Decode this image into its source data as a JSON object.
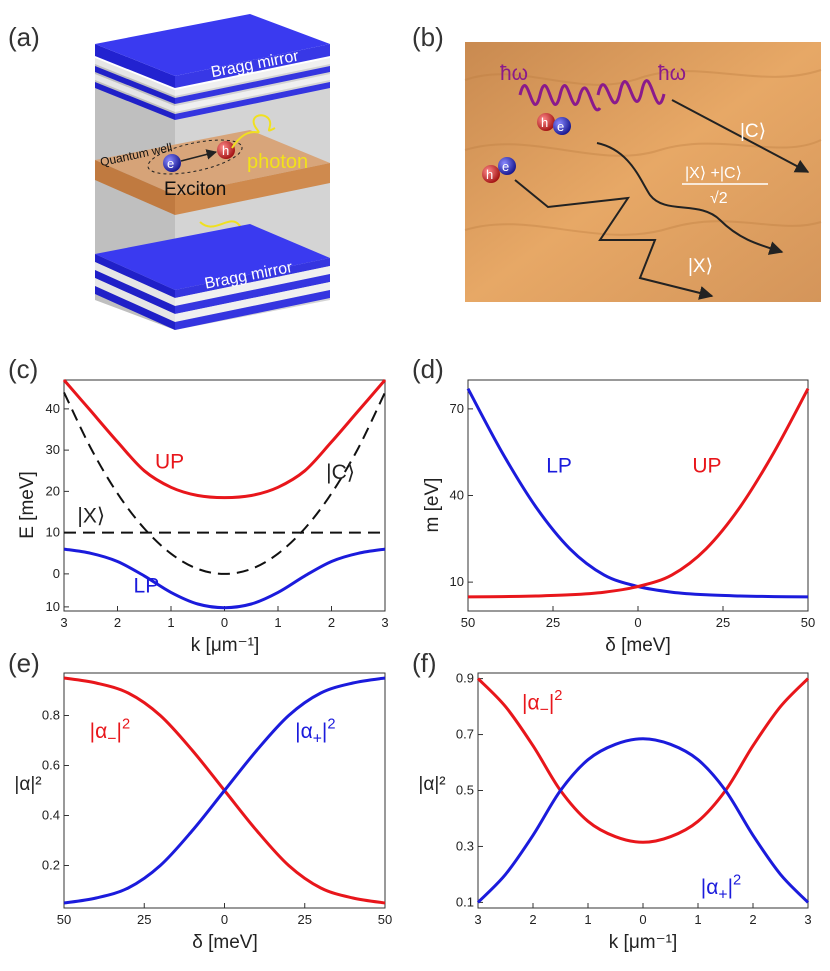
{
  "panels": {
    "a": {
      "label": "(a)",
      "bragg_top": "Bragg mirror",
      "bragg_bottom": "Bragg mirror",
      "quantum_well": "Quantum well",
      "exciton": "Exciton",
      "photon": "photon",
      "electron": "e",
      "hole": "h"
    },
    "b": {
      "label": "(b)",
      "hw1": "ħω",
      "hw2": "ħω",
      "ket_c": "|C⟩",
      "ket_x": "|X⟩",
      "mix_num": "|X⟩ +|C⟩",
      "mix_den": "√2",
      "electron": "e",
      "hole": "h"
    },
    "c": {
      "label": "(c)"
    },
    "d": {
      "label": "(d)"
    },
    "e": {
      "label": "(e)"
    },
    "f": {
      "label": "(f)"
    }
  },
  "chart_data": [
    {
      "id": "c",
      "type": "line",
      "xlabel": "k  [μm⁻¹]",
      "ylabel": "E  [meV]",
      "xlim": [
        -3,
        3
      ],
      "ylim": [
        -9,
        47
      ],
      "xticks": [
        {
          "v": -3,
          "t": "3"
        },
        {
          "v": -2,
          "t": "2"
        },
        {
          "v": -1,
          "t": "1"
        },
        {
          "v": 0,
          "t": "0"
        },
        {
          "v": 1,
          "t": "1"
        },
        {
          "v": 2,
          "t": "2"
        },
        {
          "v": 3,
          "t": "3"
        }
      ],
      "yticks": [
        {
          "v": -8,
          "t": "10"
        },
        {
          "v": 0,
          "t": "0"
        },
        {
          "v": 10,
          "t": "10"
        },
        {
          "v": 20,
          "t": "20"
        },
        {
          "v": 30,
          "t": "30"
        },
        {
          "v": 40,
          "t": "40"
        }
      ],
      "x": [
        -3,
        -2.5,
        -2,
        -1.5,
        -1,
        -0.5,
        0,
        0.5,
        1,
        1.5,
        2,
        2.5,
        3
      ],
      "series": [
        {
          "name": "UP",
          "color": "#e8161b",
          "dash": false,
          "values": [
            47,
            39.5,
            32,
            25,
            21,
            19,
            18.5,
            19,
            21,
            25,
            32,
            39.5,
            47
          ]
        },
        {
          "name": "LP",
          "color": "#1b1bdc",
          "dash": false,
          "values": [
            6,
            5,
            3,
            -0.5,
            -4.5,
            -7.3,
            -8.2,
            -7.3,
            -4.5,
            -0.5,
            3,
            5,
            6
          ]
        },
        {
          "name": "|C⟩",
          "color": "#111111",
          "dash": true,
          "values": [
            44,
            30.5,
            19.5,
            11,
            4.9,
            1.2,
            0,
            1.2,
            4.9,
            11,
            19.5,
            30.5,
            44
          ]
        },
        {
          "name": "|X⟩",
          "color": "#111111",
          "dash": true,
          "values": [
            10,
            10,
            10,
            10,
            10,
            10,
            10,
            10,
            10,
            10,
            10,
            10,
            10
          ]
        }
      ],
      "annotations": [
        {
          "text": "UP",
          "color": "#e8161b",
          "at": [
            -1.3,
            25.5
          ]
        },
        {
          "text": "LP",
          "color": "#1b1bdc",
          "at": [
            -1.7,
            -4.5
          ]
        },
        {
          "text": "|X⟩",
          "color": "#222222",
          "at": [
            -2.75,
            12.5
          ]
        },
        {
          "text": "|C⟩",
          "color": "#222222",
          "at": [
            1.9,
            23
          ]
        }
      ]
    },
    {
      "id": "d",
      "type": "line",
      "xlabel": "δ  [meV]",
      "ylabel": "m  [eV]",
      "xlim": [
        -50,
        50
      ],
      "ylim": [
        0,
        80
      ],
      "xticks": [
        {
          "v": -50,
          "t": "50"
        },
        {
          "v": -25,
          "t": "25"
        },
        {
          "v": 0,
          "t": "0"
        },
        {
          "v": 25,
          "t": "25"
        },
        {
          "v": 50,
          "t": "50"
        }
      ],
      "yticks": [
        {
          "v": 10,
          "t": "10"
        },
        {
          "v": 40,
          "t": "40"
        },
        {
          "v": 70,
          "t": "70"
        }
      ],
      "x": [
        -50,
        -40,
        -30,
        -20,
        -10,
        0,
        10,
        20,
        30,
        40,
        50
      ],
      "series": [
        {
          "name": "LP",
          "color": "#1b1bdc",
          "dash": false,
          "values": [
            77,
            55,
            36,
            21.5,
            12.5,
            8.5,
            6.5,
            5.6,
            5.2,
            5.0,
            4.9
          ]
        },
        {
          "name": "UP",
          "color": "#e8161b",
          "dash": false,
          "values": [
            4.9,
            5.0,
            5.2,
            5.6,
            6.5,
            8.5,
            12.5,
            21.5,
            36,
            55,
            77
          ]
        }
      ],
      "annotations": [
        {
          "text": "LP",
          "color": "#1b1bdc",
          "at": [
            -27,
            48
          ]
        },
        {
          "text": "UP",
          "color": "#e8161b",
          "at": [
            16,
            48
          ]
        }
      ]
    },
    {
      "id": "e",
      "type": "line",
      "xlabel": "δ  [meV]",
      "ylabel": "|α|²",
      "xlim": [
        -50,
        50
      ],
      "ylim": [
        0.03,
        0.97
      ],
      "xticks": [
        {
          "v": -50,
          "t": "50"
        },
        {
          "v": -25,
          "t": "25"
        },
        {
          "v": 0,
          "t": "0"
        },
        {
          "v": 25,
          "t": "25"
        },
        {
          "v": 50,
          "t": "50"
        }
      ],
      "yticks": [
        {
          "v": 0.2,
          "t": "0.2"
        },
        {
          "v": 0.4,
          "t": "0.4"
        },
        {
          "v": 0.6,
          "t": "0.6"
        },
        {
          "v": 0.8,
          "t": "0.8"
        }
      ],
      "x": [
        -50,
        -40,
        -30,
        -20,
        -10,
        0,
        10,
        20,
        30,
        40,
        50
      ],
      "series": [
        {
          "name": "|α₋|²",
          "color": "#e8161b",
          "dash": false,
          "values": [
            0.95,
            0.93,
            0.89,
            0.8,
            0.66,
            0.5,
            0.34,
            0.2,
            0.11,
            0.07,
            0.05
          ]
        },
        {
          "name": "|α₊|²",
          "color": "#1b1bdc",
          "dash": false,
          "values": [
            0.05,
            0.07,
            0.11,
            0.2,
            0.34,
            0.5,
            0.66,
            0.8,
            0.89,
            0.93,
            0.95
          ]
        }
      ],
      "annotations": [
        {
          "text": "|α₋|²",
          "color": "#e8161b",
          "at": [
            -42,
            0.71
          ]
        },
        {
          "text": "|α₊|²",
          "color": "#1b1bdc",
          "at": [
            22,
            0.71
          ]
        }
      ]
    },
    {
      "id": "f",
      "type": "line",
      "xlabel": "k  [μm⁻¹]",
      "ylabel": "|α|²",
      "xlim": [
        -3,
        3
      ],
      "ylim": [
        0.08,
        0.92
      ],
      "xticks": [
        {
          "v": -3,
          "t": "3"
        },
        {
          "v": -2,
          "t": "2"
        },
        {
          "v": -1,
          "t": "1"
        },
        {
          "v": 0,
          "t": "0"
        },
        {
          "v": 1,
          "t": "1"
        },
        {
          "v": 2,
          "t": "2"
        },
        {
          "v": 3,
          "t": "3"
        }
      ],
      "yticks": [
        {
          "v": 0.1,
          "t": "0.1"
        },
        {
          "v": 0.3,
          "t": "0.3"
        },
        {
          "v": 0.5,
          "t": "0.5"
        },
        {
          "v": 0.7,
          "t": "0.7"
        },
        {
          "v": 0.9,
          "t": "0.9"
        }
      ],
      "x": [
        -3,
        -2.5,
        -2,
        -1.5,
        -1,
        -0.5,
        0,
        0.5,
        1,
        1.5,
        2,
        2.5,
        3
      ],
      "series": [
        {
          "name": "|α₋|²",
          "color": "#e8161b",
          "dash": false,
          "values": [
            0.9,
            0.8,
            0.66,
            0.5,
            0.39,
            0.335,
            0.315,
            0.335,
            0.39,
            0.5,
            0.66,
            0.8,
            0.9
          ]
        },
        {
          "name": "|α₊|²",
          "color": "#1b1bdc",
          "dash": false,
          "values": [
            0.1,
            0.2,
            0.34,
            0.5,
            0.61,
            0.665,
            0.685,
            0.665,
            0.61,
            0.5,
            0.34,
            0.2,
            0.1
          ]
        }
      ],
      "annotations": [
        {
          "text": "|α₋|²",
          "color": "#e8161b",
          "at": [
            -2.2,
            0.79
          ]
        },
        {
          "text": "|α₊|²",
          "color": "#1b1bdc",
          "at": [
            1.05,
            0.13
          ]
        }
      ]
    }
  ]
}
